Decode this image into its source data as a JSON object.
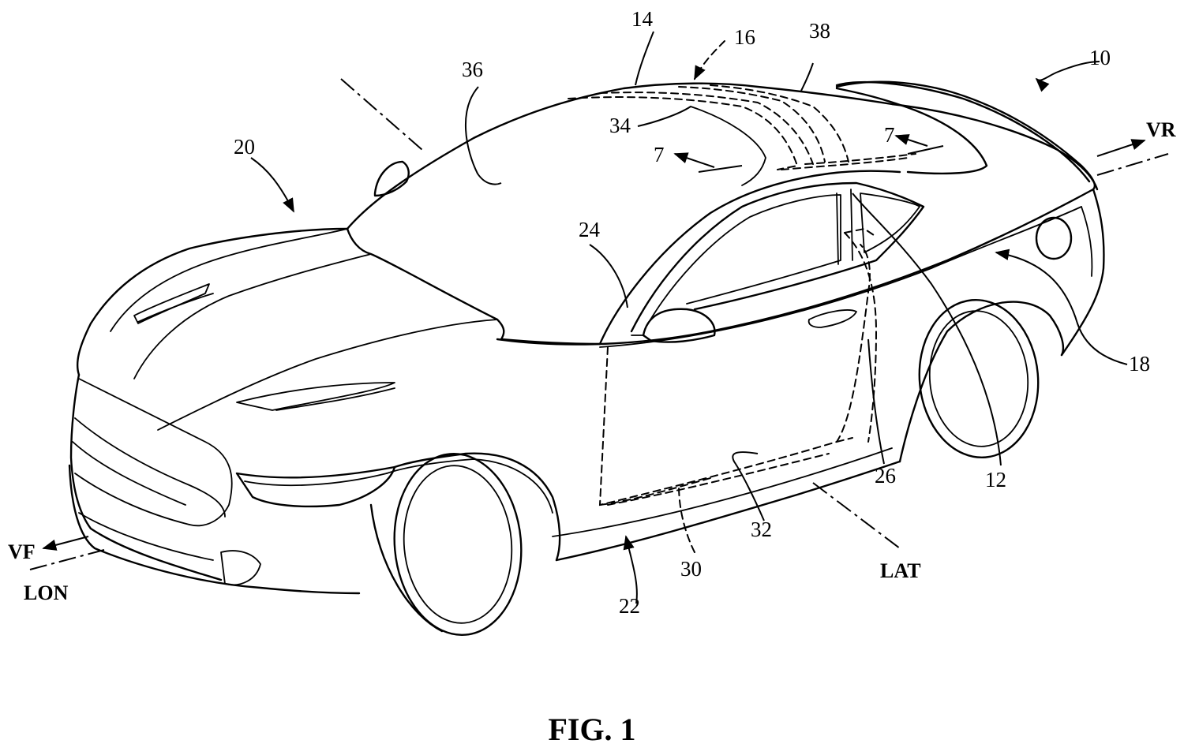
{
  "figure": {
    "caption": "FIG. 1",
    "reference_numerals": {
      "vehicle": "10",
      "roof_structure": "12",
      "roof_panel": "14",
      "roof_frame": "16",
      "rear_quarter": "18",
      "front_end": "20",
      "rocker": "22",
      "a_pillar": "24",
      "b_pillar": "26",
      "side_sill": "30",
      "door_sill": "32",
      "roof_rail": "34",
      "windshield": "36",
      "rear_window": "38"
    },
    "section_marks": [
      "7",
      "7"
    ],
    "direction_labels": {
      "vehicle_front": "VF",
      "vehicle_rear": "VR",
      "longitudinal": "LON",
      "lateral": "LAT"
    }
  }
}
